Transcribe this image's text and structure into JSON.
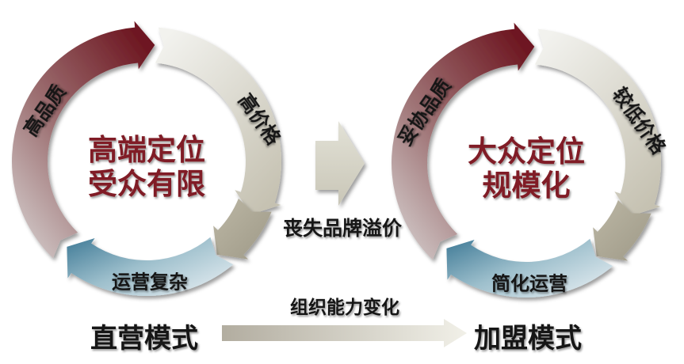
{
  "diagram": {
    "left_cycle": {
      "center_title_lines": [
        "高端定位",
        "受众有限"
      ],
      "arc_labels": {
        "top_left": "高品质",
        "right": "高价格",
        "bottom": "运营复杂"
      },
      "mode_label": "直营模式"
    },
    "right_cycle": {
      "center_title_lines": [
        "大众定位",
        "规模化"
      ],
      "arc_labels": {
        "top_left": "妥协品质",
        "right": "较低价格",
        "bottom": "简化运营"
      },
      "mode_label": "加盟模式"
    },
    "transition": {
      "brand_caption": "丧失品牌溢价",
      "org_caption": "组织能力变化"
    },
    "colors": {
      "maroon_dark": "#6e1822",
      "maroon_mid": "#9f7476",
      "maroon_light": "#d6d1d0",
      "gray_light": "#f2f2ee",
      "gray_dark": "#c5c1b1",
      "khaki_light": "#bcb7a5",
      "khaki_dark": "#9e9987",
      "blue_dark": "#47809b",
      "blue_mid": "#9dbfcc",
      "blue_light": "#e8eff3",
      "title_maroon": "#801f26",
      "label_black": "#161616",
      "arrow_dark": "#b2ada0",
      "arrow_light": "#f1f0e8",
      "mid_arrow_light": "#e2e1d6",
      "mid_arrow_dark": "#c9c6b7"
    }
  }
}
